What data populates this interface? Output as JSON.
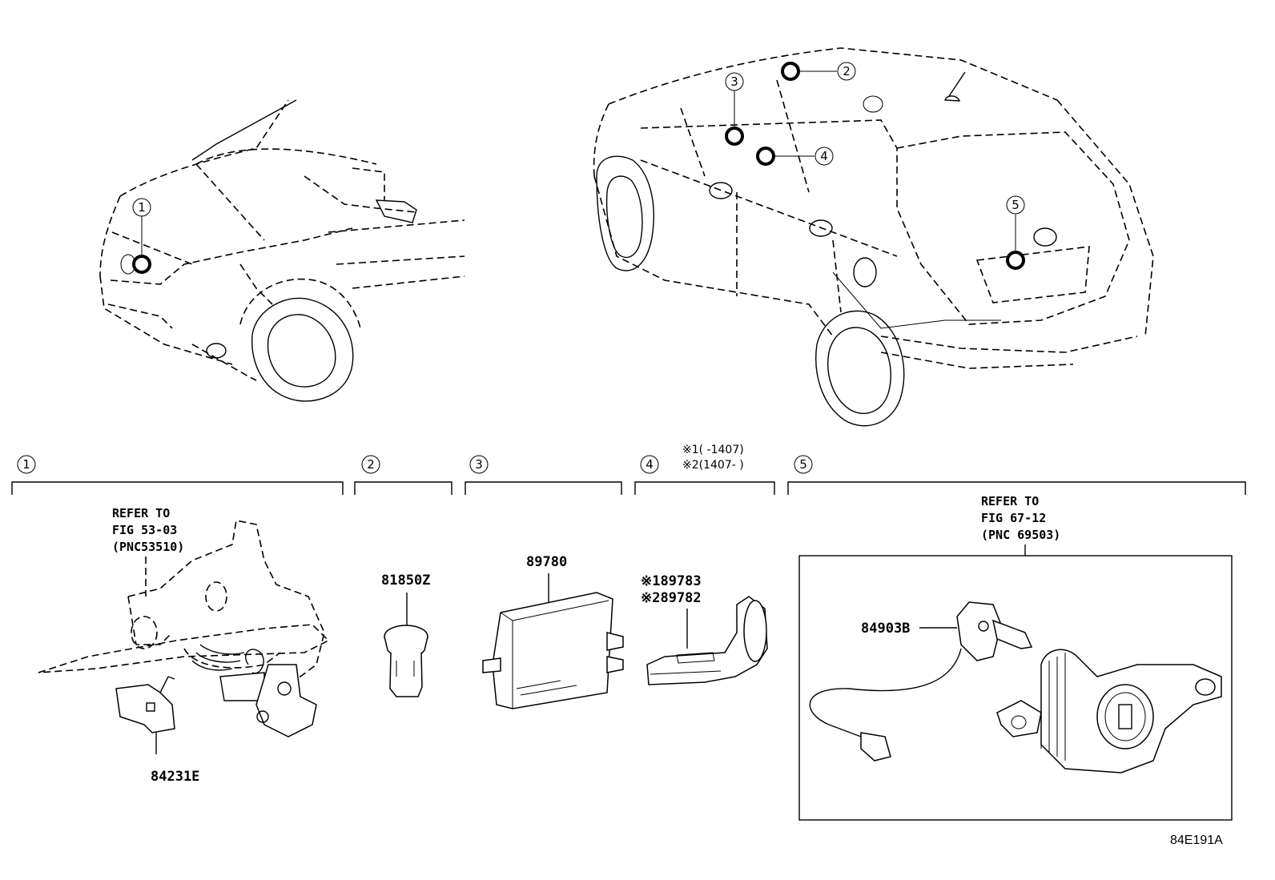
{
  "callouts": {
    "c1": "1",
    "c2": "2",
    "c3": "3",
    "c4": "4",
    "c5": "5"
  },
  "sections": {
    "s1": {
      "number": "1",
      "refer": [
        "REFER TO",
        "FIG 53-03",
        "(PNC53510)"
      ],
      "part": "84231E"
    },
    "s2": {
      "number": "2",
      "part": "81850Z"
    },
    "s3": {
      "number": "3",
      "part": "89780"
    },
    "s4": {
      "number": "4",
      "notes": [
        "※1(   -1407)",
        "※2(1407-   )"
      ],
      "parts": [
        "※189783",
        "※289782"
      ]
    },
    "s5": {
      "number": "5",
      "refer": [
        "REFER TO",
        "FIG 67-12",
        "(PNC 69503)"
      ],
      "part": "84903B"
    }
  },
  "figure_code": "84E191A"
}
